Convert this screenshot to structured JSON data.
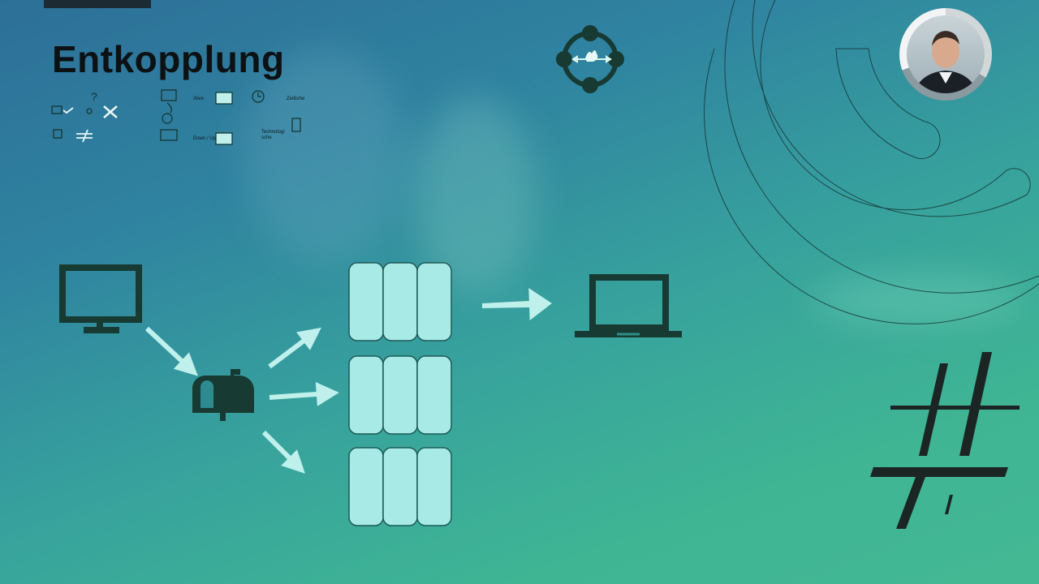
{
  "slide": {
    "title": "Entkopplung"
  },
  "legend": {
    "alive_label": "Alive",
    "downup_label": "Down / Up",
    "zeitlich_label": "Zeitliche",
    "technologisch_label": "Technologi\nsche"
  },
  "colors": {
    "icon_dark": "#173a32",
    "queue_fill": "#a8ebe6",
    "queue_stroke": "#1d5a57",
    "arrow_fill": "#bff0ec",
    "title": "#0c1114"
  }
}
